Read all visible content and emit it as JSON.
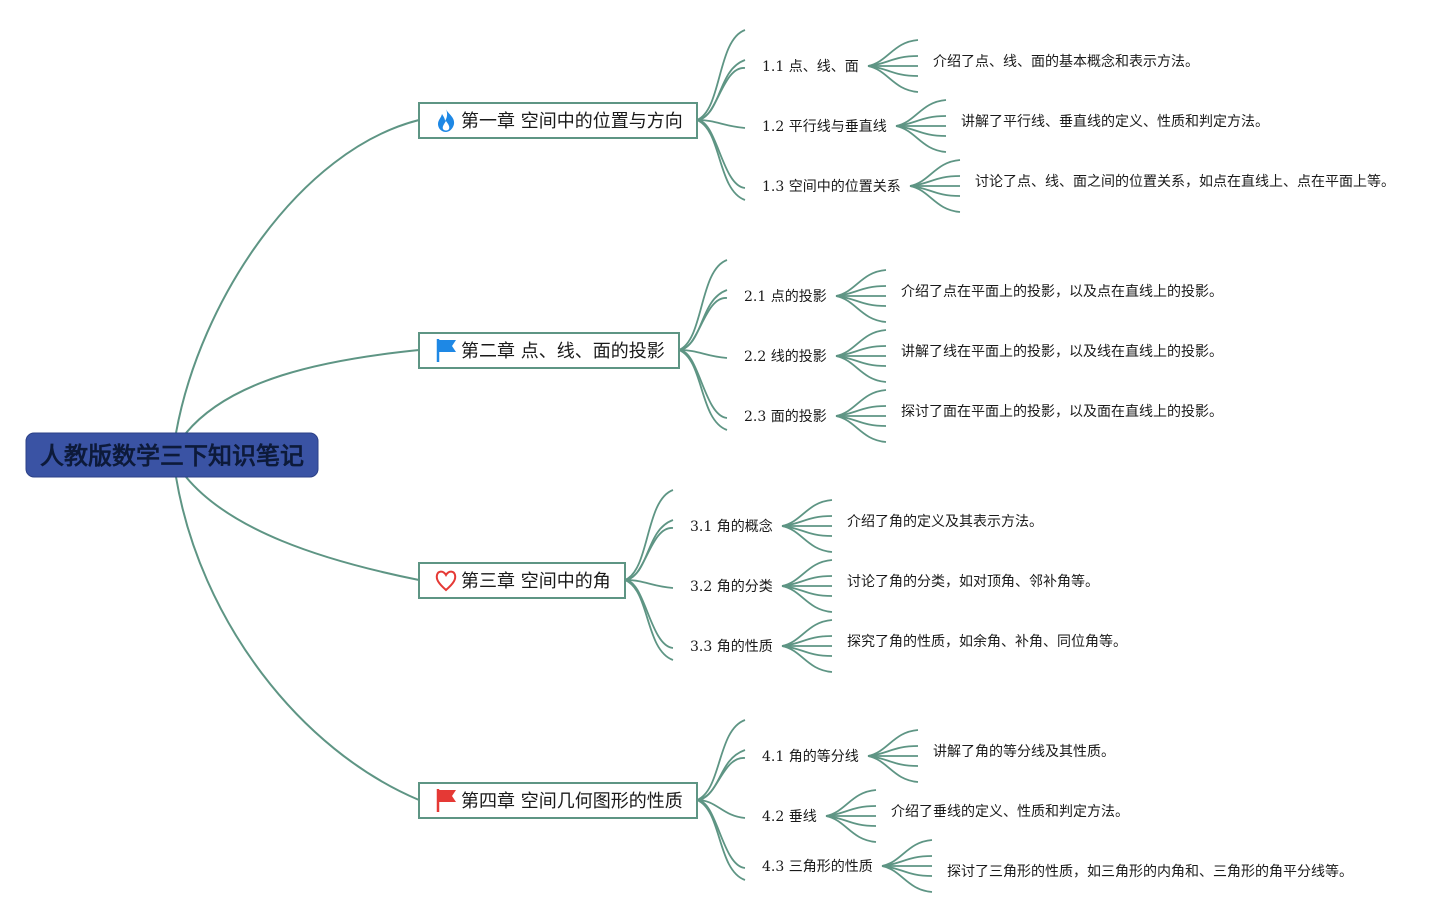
{
  "root": {
    "label": "人教版数学三下知识笔记"
  },
  "chapters": [
    {
      "label": "第一章 空间中的位置与方向",
      "icon": "fire-icon",
      "icon_color": "#1e88e5",
      "sections": [
        {
          "label": "1.1 点、线、面",
          "description": "介绍了点、线、面的基本概念和表示方法。"
        },
        {
          "label": "1.2 平行线与垂直线",
          "description": "讲解了平行线、垂直线的定义、性质和判定方法。"
        },
        {
          "label": "1.3 空间中的位置关系",
          "description": "讨论了点、线、面之间的位置关系，如点在直线上、点在平面上等。"
        }
      ]
    },
    {
      "label": "第二章 点、线、面的投影",
      "icon": "flag-icon",
      "icon_color": "#1e88e5",
      "sections": [
        {
          "label": "2.1 点的投影",
          "description": "介绍了点在平面上的投影，以及点在直线上的投影。"
        },
        {
          "label": "2.2 线的投影",
          "description": "讲解了线在平面上的投影，以及线在直线上的投影。"
        },
        {
          "label": "2.3 面的投影",
          "description": "探讨了面在平面上的投影，以及面在直线上的投影。"
        }
      ]
    },
    {
      "label": "第三章 空间中的角",
      "icon": "heart-icon",
      "icon_color": "#e53935",
      "sections": [
        {
          "label": "3.1 角的概念",
          "description": "介绍了角的定义及其表示方法。"
        },
        {
          "label": "3.2 角的分类",
          "description": "讨论了角的分类，如对顶角、邻补角等。"
        },
        {
          "label": "3.3 角的性质",
          "description": "探究了角的性质，如余角、补角、同位角等。"
        }
      ]
    },
    {
      "label": "第四章 空间几何图形的性质",
      "icon": "flag-icon",
      "icon_color": "#e53935",
      "sections": [
        {
          "label": "4.1 角的等分线",
          "description": "讲解了角的等分线及其性质。"
        },
        {
          "label": "4.2 垂线",
          "description": "介绍了垂线的定义、性质和判定方法。"
        },
        {
          "label": "4.3 三角形的性质",
          "description": "探讨了三角形的性质，如三角形的内角和、三角形的角平分线等。"
        }
      ]
    }
  ],
  "colors": {
    "root_fill": "#3a53a4",
    "line": "#5e9584",
    "chapter_border": "#5e9584"
  }
}
